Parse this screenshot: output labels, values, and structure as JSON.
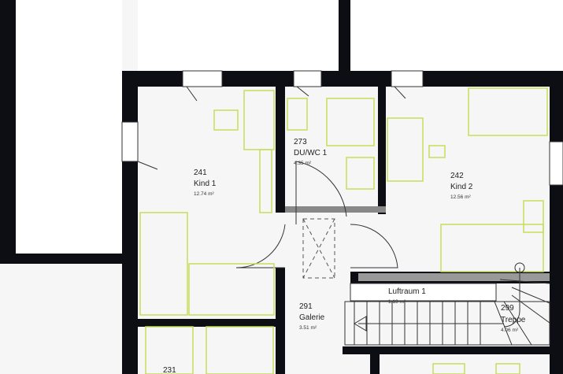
{
  "rooms": [
    {
      "number": "241",
      "name": "Kind 1",
      "area": "12.74 m²"
    },
    {
      "number": "273",
      "name": "DU/WC 1",
      "area": "4.35 m²"
    },
    {
      "number": "242",
      "name": "Kind 2",
      "area": "12.56 m²"
    },
    {
      "number": "291",
      "name": "Galerie",
      "area": "3.51 m²"
    },
    {
      "number": "299",
      "name": "Treppe",
      "area": "4.06 m²"
    },
    {
      "number": "",
      "name": "Luftraum 1",
      "area": "1.13 m²"
    },
    {
      "number": "231",
      "name": "",
      "area": ""
    }
  ],
  "colors": {
    "wall": "#0d0d14",
    "furniture": "#c5de5a"
  }
}
